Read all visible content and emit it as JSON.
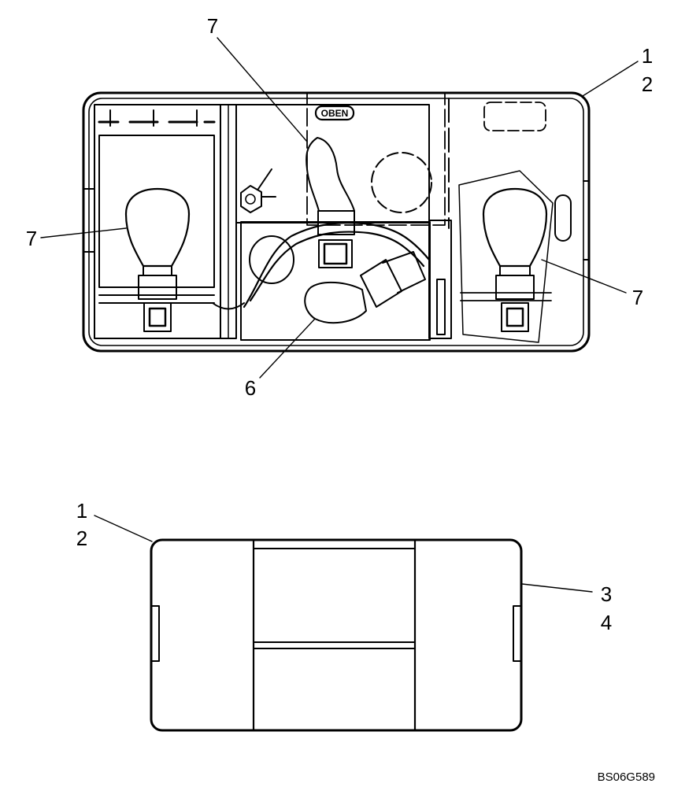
{
  "figure_id": "BS06G589",
  "housing_label": "OBEN",
  "top_view": {
    "callouts": [
      {
        "id": "c7-top",
        "text": "7"
      },
      {
        "id": "c1-top",
        "text": "1"
      },
      {
        "id": "c2-top",
        "text": "2"
      },
      {
        "id": "c7-left",
        "text": "7"
      },
      {
        "id": "c7-right",
        "text": "7"
      },
      {
        "id": "c6",
        "text": "6"
      }
    ]
  },
  "bottom_view": {
    "callouts": [
      {
        "id": "c1-bottom",
        "text": "1"
      },
      {
        "id": "c2-bottom",
        "text": "2"
      },
      {
        "id": "c3",
        "text": "3"
      },
      {
        "id": "c4",
        "text": "4"
      }
    ]
  }
}
